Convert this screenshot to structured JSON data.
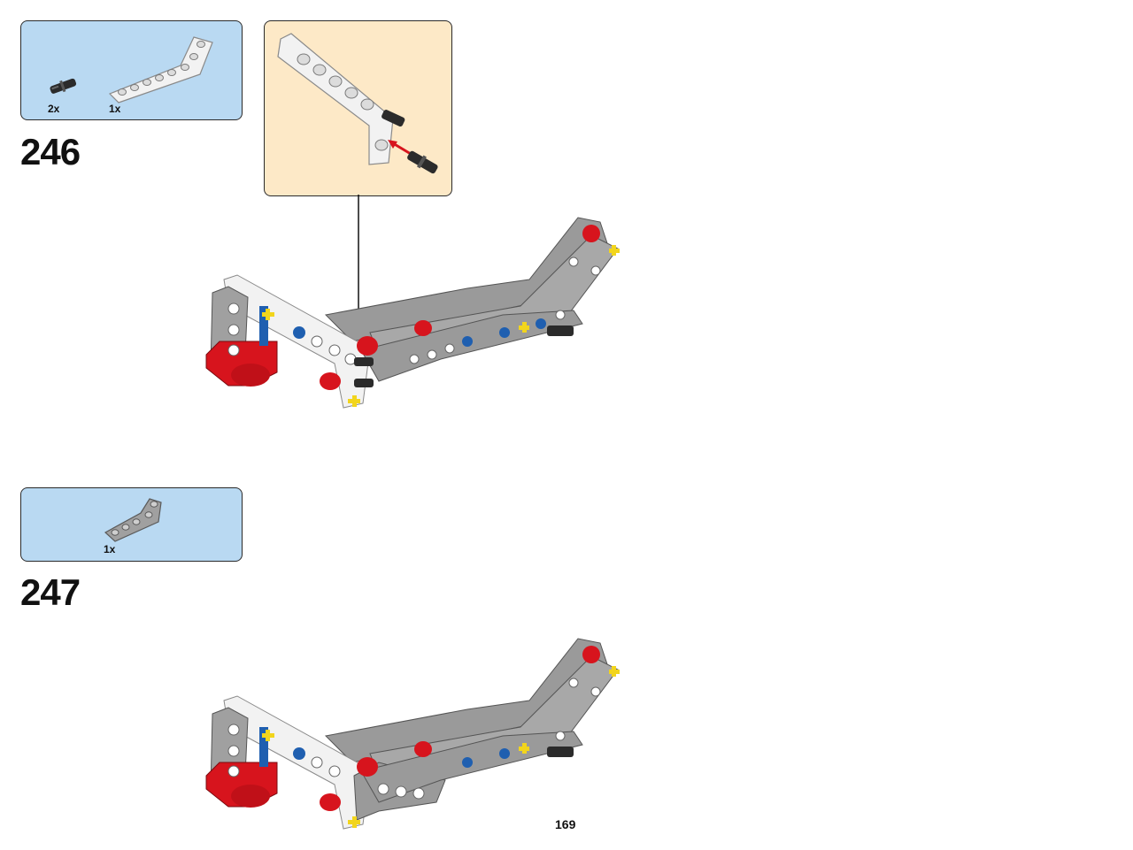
{
  "steps": [
    {
      "number": "246",
      "parts": [
        {
          "qty": "2x",
          "icon": "black-friction-pin-icon"
        },
        {
          "qty": "1x",
          "icon": "white-bent-beam-icon"
        }
      ],
      "callout": true
    },
    {
      "number": "247",
      "parts": [
        {
          "qty": "1x",
          "icon": "gray-l-beam-icon"
        }
      ],
      "callout": false
    }
  ],
  "page_number": "169",
  "colors": {
    "parts_panel": "#b9d9f2",
    "callout_panel": "#fde9c7",
    "beam_gray": "#9a9a9a",
    "beam_white": "#f2f2f2",
    "accent_red": "#d7141d",
    "pin_blue": "#1f5fb0",
    "axle_yellow": "#f2d51c"
  }
}
